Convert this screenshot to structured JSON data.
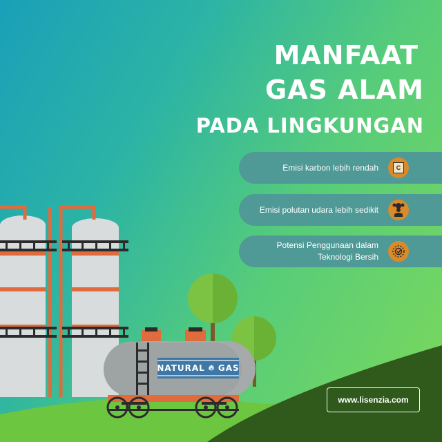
{
  "heading": {
    "line1": "MANFAAT",
    "line2": "GAS ALAM",
    "line3": "PADA LINGKUNGAN"
  },
  "benefits": [
    {
      "text": "Emisi karbon lebih rendah",
      "icon": "carbon-element-icon"
    },
    {
      "text": "Emisi polutan udara lebih sedikit",
      "icon": "pollution-person-icon"
    },
    {
      "text": "Potensi Penggunaan dalam Teknologi Bersih",
      "icon": "clean-tech-gear-icon"
    }
  ],
  "tank_label": {
    "left": "NATURAL",
    "right": "GAS"
  },
  "carbon_symbol": "C",
  "website": "www.lisenzia.com",
  "colors": {
    "accent_orange": "#d98a2b",
    "card_teal": "#4f9a96",
    "ground_dark": "#2f5a1c",
    "ground_light": "#6cc640"
  }
}
